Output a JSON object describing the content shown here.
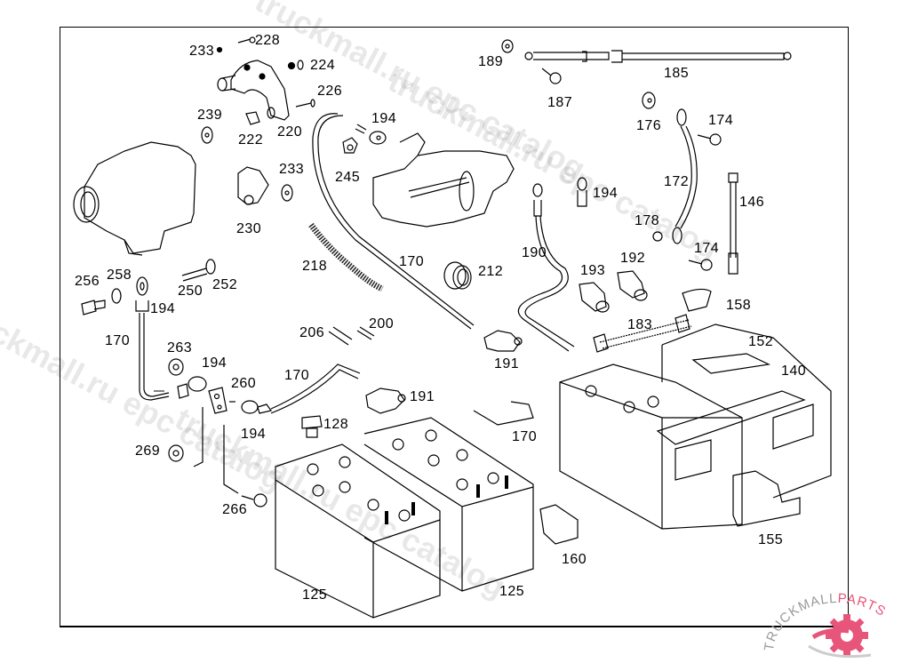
{
  "diagram": {
    "title": "Battery / alternator / starter parts diagram",
    "callouts": [
      {
        "id": "c228",
        "label": "228",
        "part": "bolt"
      },
      {
        "id": "c233a",
        "label": "233",
        "part": "nut"
      },
      {
        "id": "c224",
        "label": "224",
        "part": "bolt with washer"
      },
      {
        "id": "c226",
        "label": "226",
        "part": "stud"
      },
      {
        "id": "c239",
        "label": "239",
        "part": "pulley nut"
      },
      {
        "id": "c222",
        "label": "222",
        "part": "sleeve"
      },
      {
        "id": "c220",
        "label": "220",
        "part": "bracket"
      },
      {
        "id": "c194a",
        "label": "194",
        "part": "cable lug"
      },
      {
        "id": "c245",
        "label": "245",
        "part": "nut"
      },
      {
        "id": "c233b",
        "label": "233",
        "part": "nut"
      },
      {
        "id": "c230",
        "label": "230",
        "part": "bracket"
      },
      {
        "id": "c218",
        "label": "218",
        "part": "corrugated tube"
      },
      {
        "id": "c170a",
        "label": "170",
        "part": "cable"
      },
      {
        "id": "c212",
        "label": "212",
        "part": "grommet"
      },
      {
        "id": "c189",
        "label": "189",
        "part": "washer"
      },
      {
        "id": "c185",
        "label": "185",
        "part": "rod"
      },
      {
        "id": "c187",
        "label": "187",
        "part": "bolt"
      },
      {
        "id": "c176",
        "label": "176",
        "part": "nut"
      },
      {
        "id": "c174a",
        "label": "174",
        "part": "bolt"
      },
      {
        "id": "c172",
        "label": "172",
        "part": "ground strap"
      },
      {
        "id": "c146",
        "label": "146",
        "part": "tie rod"
      },
      {
        "id": "c194b",
        "label": "194",
        "part": "cable lug"
      },
      {
        "id": "c178",
        "label": "178",
        "part": "washer"
      },
      {
        "id": "c174b",
        "label": "174",
        "part": "bolt"
      },
      {
        "id": "c190",
        "label": "190",
        "part": "battery cable"
      },
      {
        "id": "c193",
        "label": "193",
        "part": "terminal clamp"
      },
      {
        "id": "c192",
        "label": "192",
        "part": "terminal clamp"
      },
      {
        "id": "c158",
        "label": "158",
        "part": "terminal cover"
      },
      {
        "id": "c183",
        "label": "183",
        "part": "connector cable"
      },
      {
        "id": "c152",
        "label": "152",
        "part": "battery"
      },
      {
        "id": "c140",
        "label": "140",
        "part": "hold-down"
      },
      {
        "id": "c155",
        "label": "155",
        "part": "bracket"
      },
      {
        "id": "c256",
        "label": "256",
        "part": "bolt"
      },
      {
        "id": "c258",
        "label": "258",
        "part": "washer"
      },
      {
        "id": "c250",
        "label": "250",
        "part": "pin"
      },
      {
        "id": "c252",
        "label": "252",
        "part": "washer"
      },
      {
        "id": "c194c",
        "label": "194",
        "part": "cable lug"
      },
      {
        "id": "c170b",
        "label": "170",
        "part": "cable"
      },
      {
        "id": "c263",
        "label": "263",
        "part": "nut"
      },
      {
        "id": "c194d",
        "label": "194",
        "part": "cable lug"
      },
      {
        "id": "c260",
        "label": "260",
        "part": "terminal plate"
      },
      {
        "id": "c194e",
        "label": "194",
        "part": "cable lug"
      },
      {
        "id": "c269",
        "label": "269",
        "part": "nut"
      },
      {
        "id": "c266",
        "label": "266",
        "part": "bolt"
      },
      {
        "id": "c206",
        "label": "206",
        "part": "sleeve"
      },
      {
        "id": "c200",
        "label": "200",
        "part": "sleeve"
      },
      {
        "id": "c170c",
        "label": "170",
        "part": "cable"
      },
      {
        "id": "c191a",
        "label": "191",
        "part": "terminal clamp"
      },
      {
        "id": "c191b",
        "label": "191",
        "part": "terminal clamp"
      },
      {
        "id": "c128",
        "label": "128",
        "part": "vent plug"
      },
      {
        "id": "c170d",
        "label": "170",
        "part": "cable"
      },
      {
        "id": "c125a",
        "label": "125",
        "part": "battery"
      },
      {
        "id": "c125b",
        "label": "125",
        "part": "battery"
      },
      {
        "id": "c160",
        "label": "160",
        "part": "terminal cover"
      }
    ]
  },
  "watermarks": [
    {
      "text": "truckmall.ru epc catalog"
    },
    {
      "text": "truckmall.ru epc catalog"
    },
    {
      "text": "truckmall.ru epc catalog"
    },
    {
      "text": "truckmall.ru epc catalog"
    }
  ],
  "logo": {
    "text_dark": "TRUCKMALL",
    "text_accent": "PARTS",
    "accent_color": "#e8557a"
  }
}
